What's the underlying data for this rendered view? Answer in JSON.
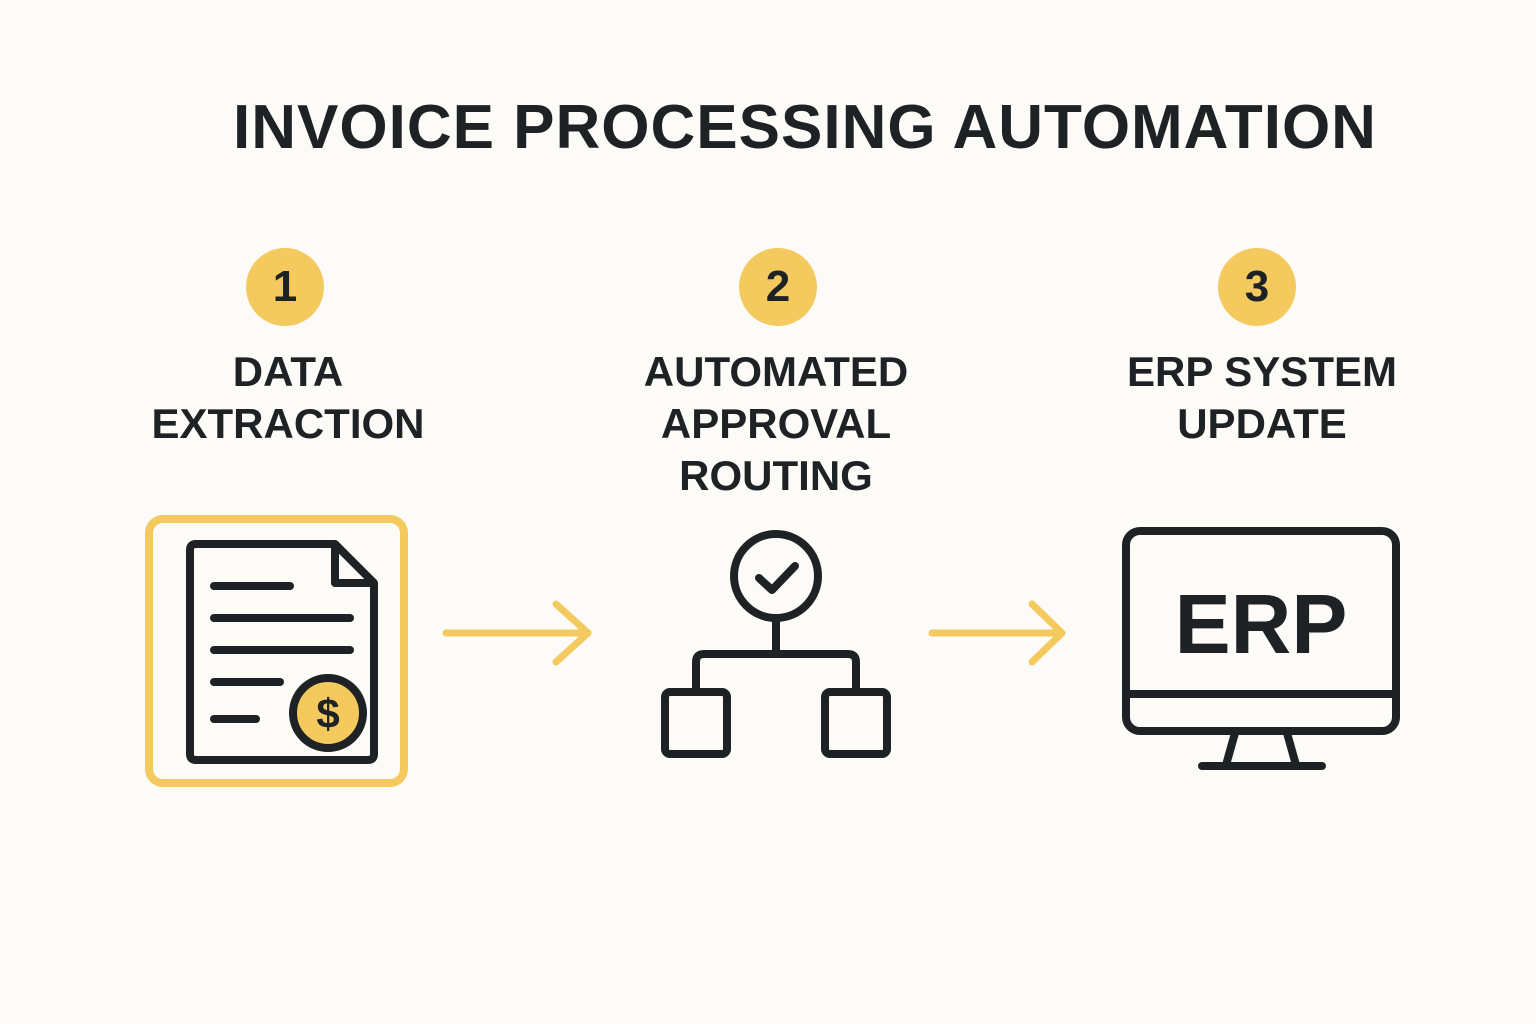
{
  "title": "INVOICE PROCESSING AUTOMATION",
  "colors": {
    "accent": "#f4c95d",
    "ink": "#1e2224",
    "background": "#fcfbf7"
  },
  "steps": [
    {
      "number": "1",
      "label": "DATA\nEXTRACTION",
      "icon": "invoice-dollar-icon"
    },
    {
      "number": "2",
      "label": "AUTOMATED\nAPPROVAL\nROUTING",
      "icon": "approval-flow-icon"
    },
    {
      "number": "3",
      "label": "ERP SYSTEM\nUPDATE",
      "icon": "erp-monitor-icon"
    }
  ],
  "icons": {
    "currency_symbol": "$",
    "monitor_text": "ERP"
  },
  "connectors": [
    "arrow-right",
    "arrow-right"
  ]
}
